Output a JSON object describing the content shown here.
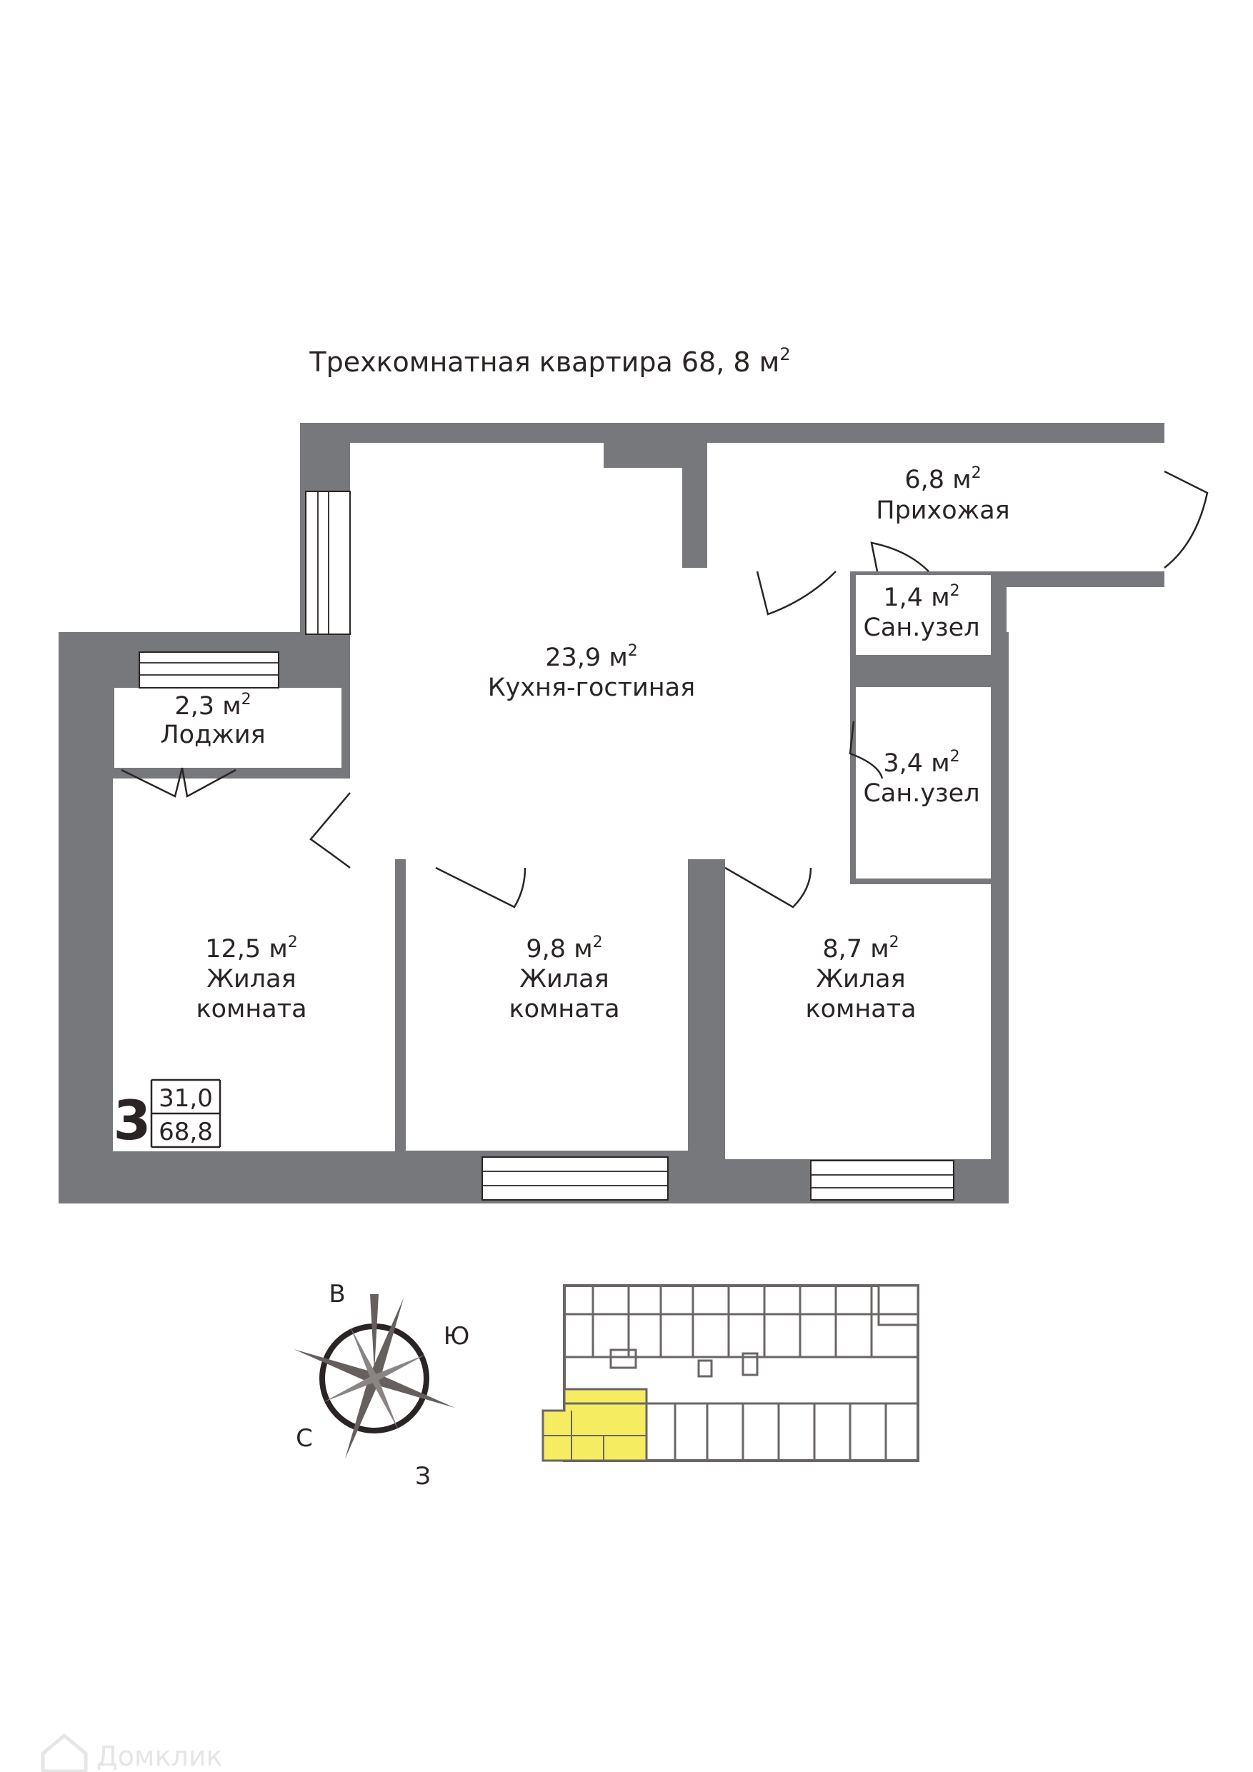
{
  "title": "Трехкомнатная квартира 68, 8 м",
  "title_sup": "2",
  "area_unit": "м",
  "rooms": [
    {
      "id": "hallway",
      "area": "6,8",
      "name": "Прихожая"
    },
    {
      "id": "bath-small",
      "area": "1,4",
      "name": "Сан.узел"
    },
    {
      "id": "kitchen-living",
      "area": "23,9",
      "name": "Кухня-гостиная"
    },
    {
      "id": "loggia",
      "area": "2,3",
      "name": "Лоджия"
    },
    {
      "id": "bath-large",
      "area": "3,4",
      "name": "Сан.узел"
    },
    {
      "id": "bedroom-left",
      "area": "12,5",
      "name1": "Жилая",
      "name2": "комната"
    },
    {
      "id": "bedroom-middle",
      "area": "9,8",
      "name1": "Жилая",
      "name2": "комната"
    },
    {
      "id": "bedroom-right",
      "area": "8,7",
      "name1": "Жилая",
      "name2": "комната"
    }
  ],
  "badge": {
    "rooms": "3",
    "living_area": "31,0",
    "total_area": "68,8"
  },
  "compass": {
    "north_label": "В",
    "east_label": "Ю",
    "south_label": "З",
    "west_label": "С"
  },
  "watermark": "Домклик",
  "colors": {
    "wall": "#77787b",
    "highlight": "#f5ec62",
    "line": "#2a2524"
  }
}
